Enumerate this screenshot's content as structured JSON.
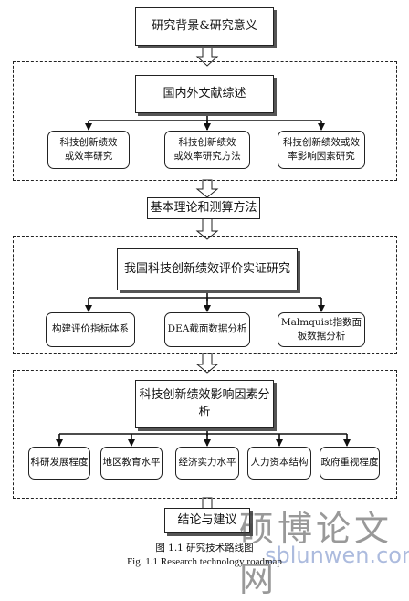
{
  "diagram": {
    "step1": "研究背景&研究意义",
    "section1": {
      "title": "国内外文献综述",
      "children": [
        "科技创新绩效\n或效率研究",
        "科技创新绩效\n或效率研究方法",
        "科技创新绩效或效\n率影响因素研究"
      ]
    },
    "step2": "基本理论和测算方法",
    "section2": {
      "title": "我国科技创新绩效评价实证研究",
      "children": [
        "构建评价指标体系",
        "DEA截面数据分析",
        "Malmquist指数面\n板数据分析"
      ]
    },
    "section3": {
      "title": "科技创新绩效影响因素分析",
      "children": [
        "科研发展程度",
        "地区教育水平",
        "经济实力水平",
        "人力资本结构",
        "政府重视程度"
      ]
    },
    "step3": "结论与建议"
  },
  "caption": {
    "cn": "图 1.1    研究技术路线图",
    "en": "Fig. 1.1      Research technology roadmap"
  },
  "watermark": {
    "chars": "硕博论文网",
    "url": "sblunwen.com"
  }
}
